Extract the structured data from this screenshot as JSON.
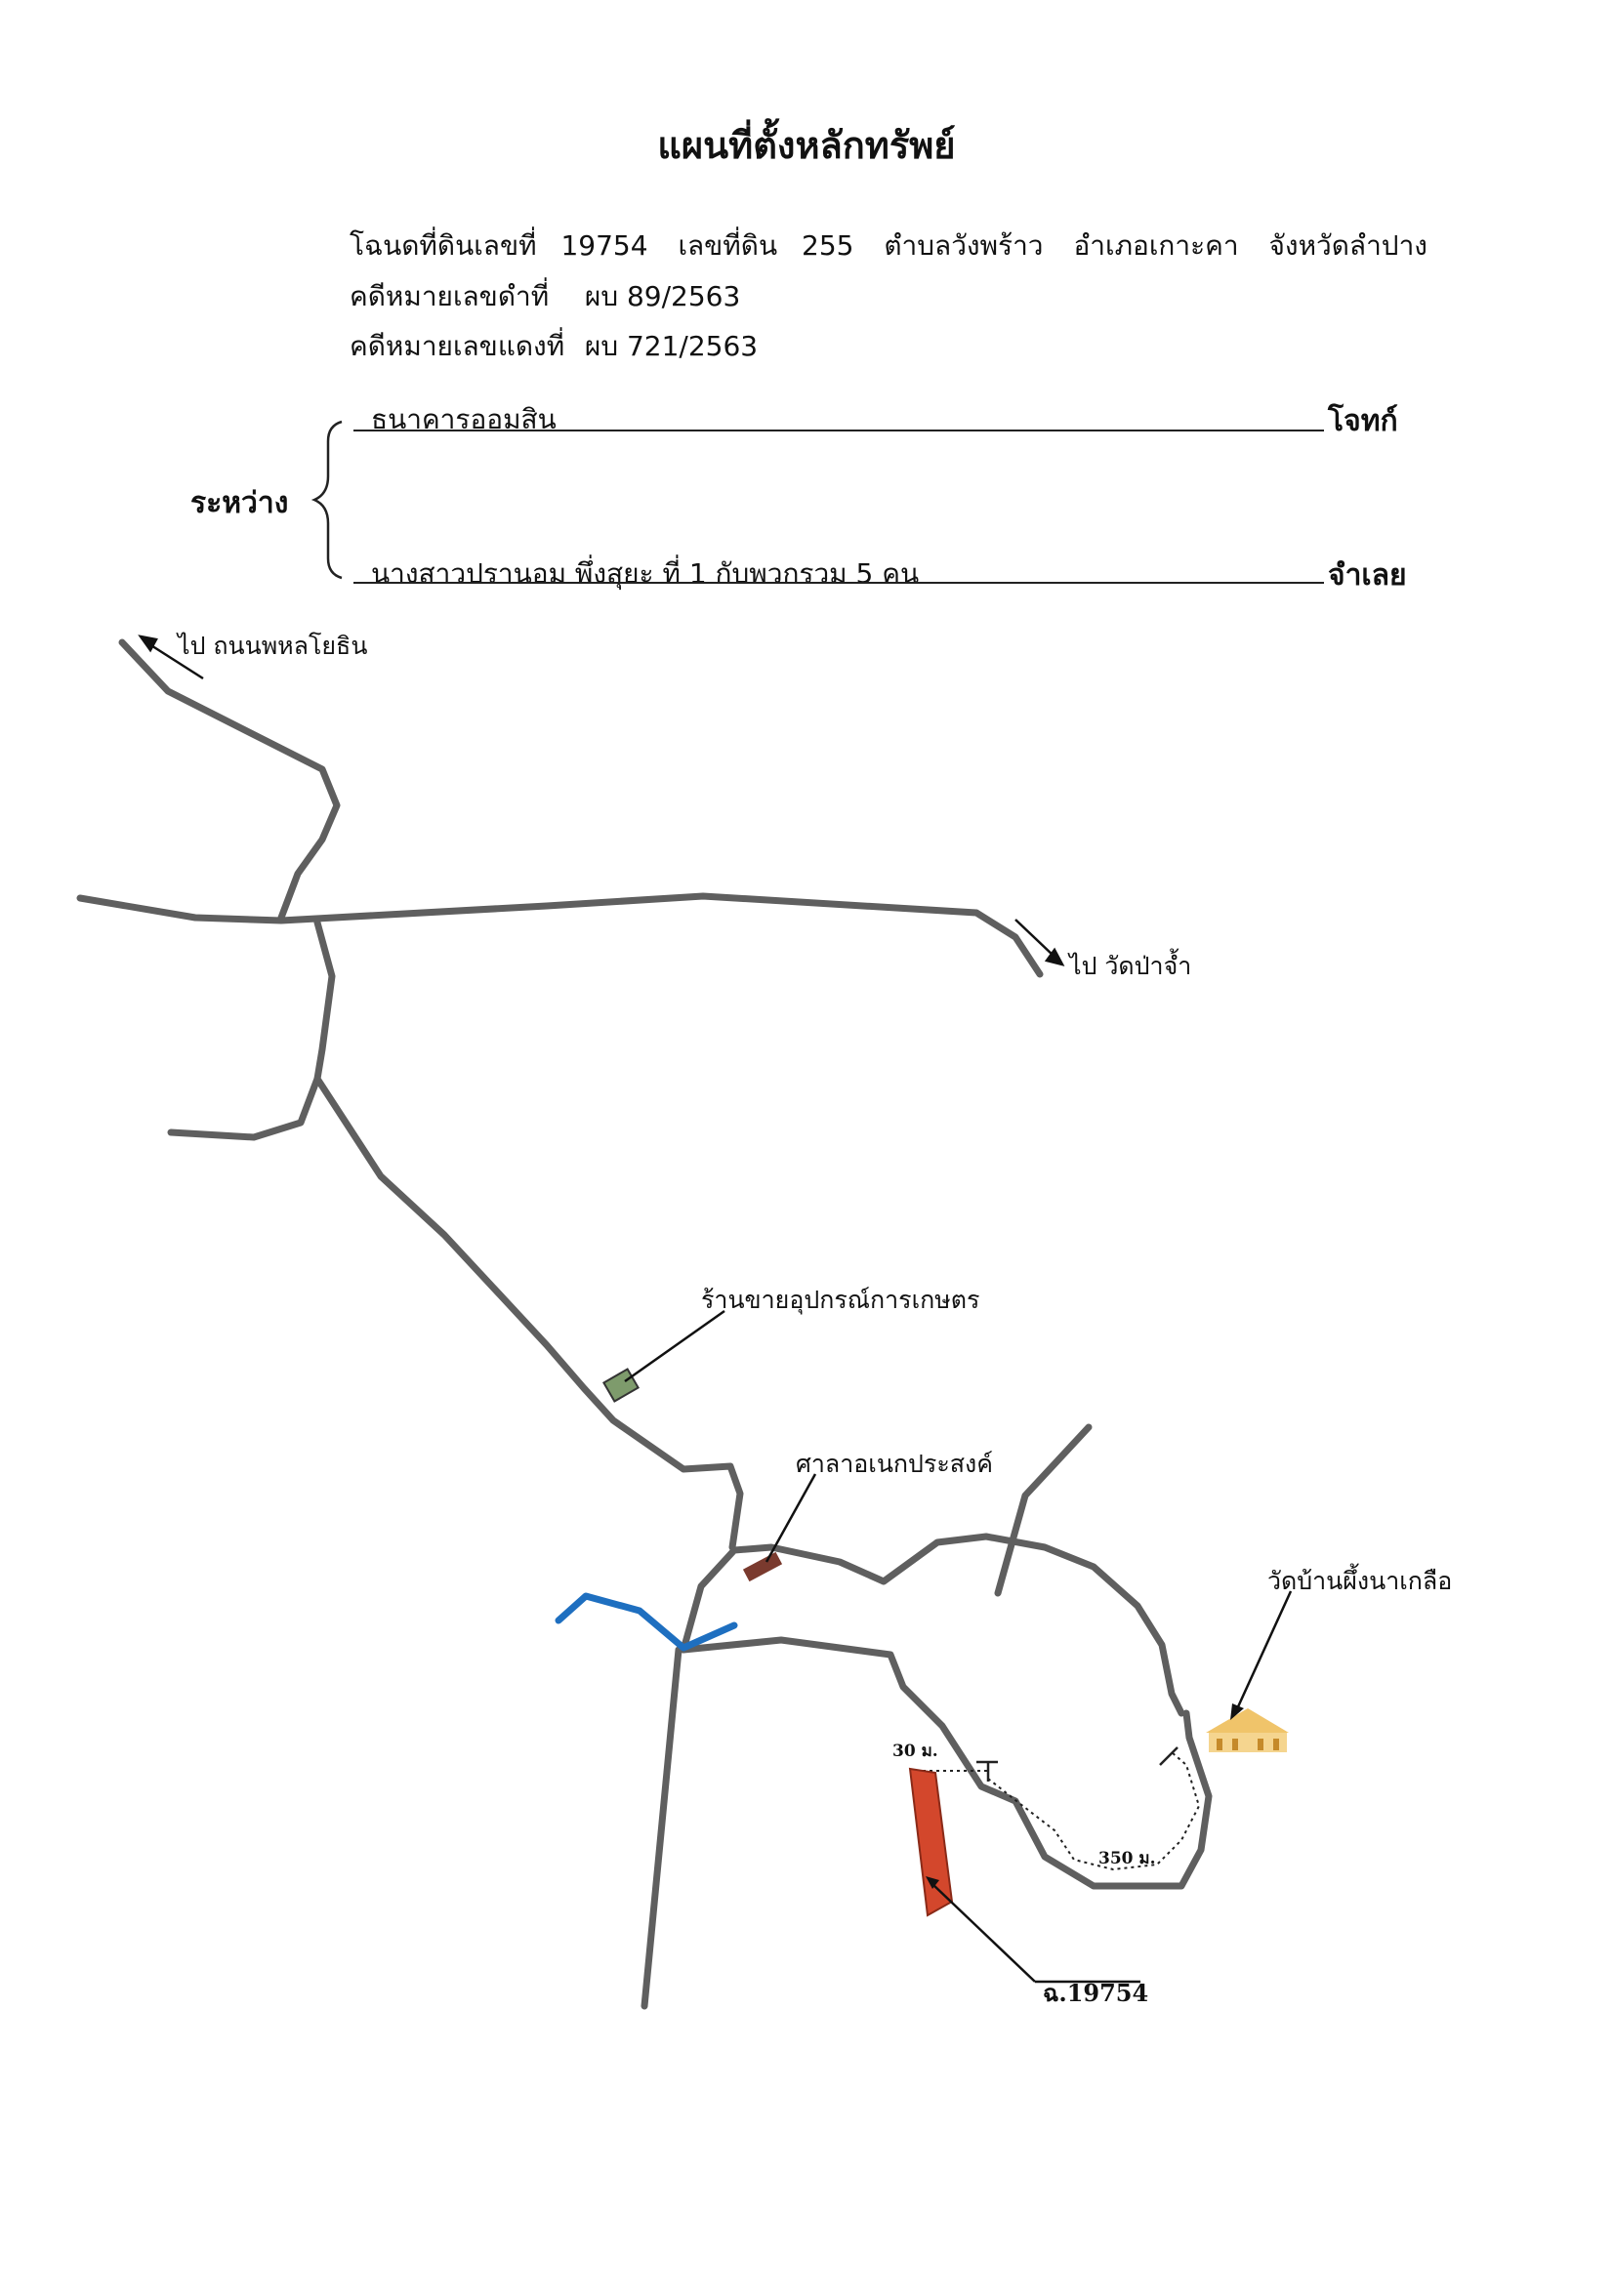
{
  "title": "แผนที่ตั้งหลักทรัพย์",
  "header": {
    "deed_label": "โฉนดที่ดินเลขที่",
    "deed_no": "19754",
    "land_no_label": "เลขที่ดิน",
    "land_no": "255",
    "subdistrict": "ตำบลวังพร้าว",
    "district": "อำเภอเกาะคา",
    "province": "จังหวัดลำปาง",
    "black_case_label": "คดีหมายเลขดำที่",
    "black_case_no": "ผบ 89/2563",
    "red_case_label": "คดีหมายเลขแดงที่",
    "red_case_no": "ผบ 721/2563"
  },
  "parties": {
    "between_label": "ระหว่าง",
    "plaintiff_name": "ธนาคารออมสิน",
    "plaintiff_role": "โจทก์",
    "defendant_name": "นางสาวปรานอม  พึ่งสุยะ  ที่  1  กับพวกรวม  5  คน",
    "defendant_role": "จำเลย"
  },
  "map": {
    "to_phahonyothin": "ไป ถนนพหลโยธิน",
    "to_wat_pa_cham": "ไป วัดป่าจ้ำ",
    "farm_shop": "ร้านขายอุปกรณ์การเกษตร",
    "multipurpose_pavilion": "ศาลาอเนกประสงค์",
    "temple": "วัดบ้านผึ้งนาเกลือ",
    "dist_30": "30 ม.",
    "dist_350": "350 ม.",
    "parcel_label": "ฉ.19754",
    "colors": {
      "road": "#5f5f5f",
      "river": "#1e6fc0",
      "parcel": "#d3472c",
      "shop": "#7e9b6c",
      "pavilion": "#7a3a2e",
      "temple": "#e6b04a"
    }
  }
}
